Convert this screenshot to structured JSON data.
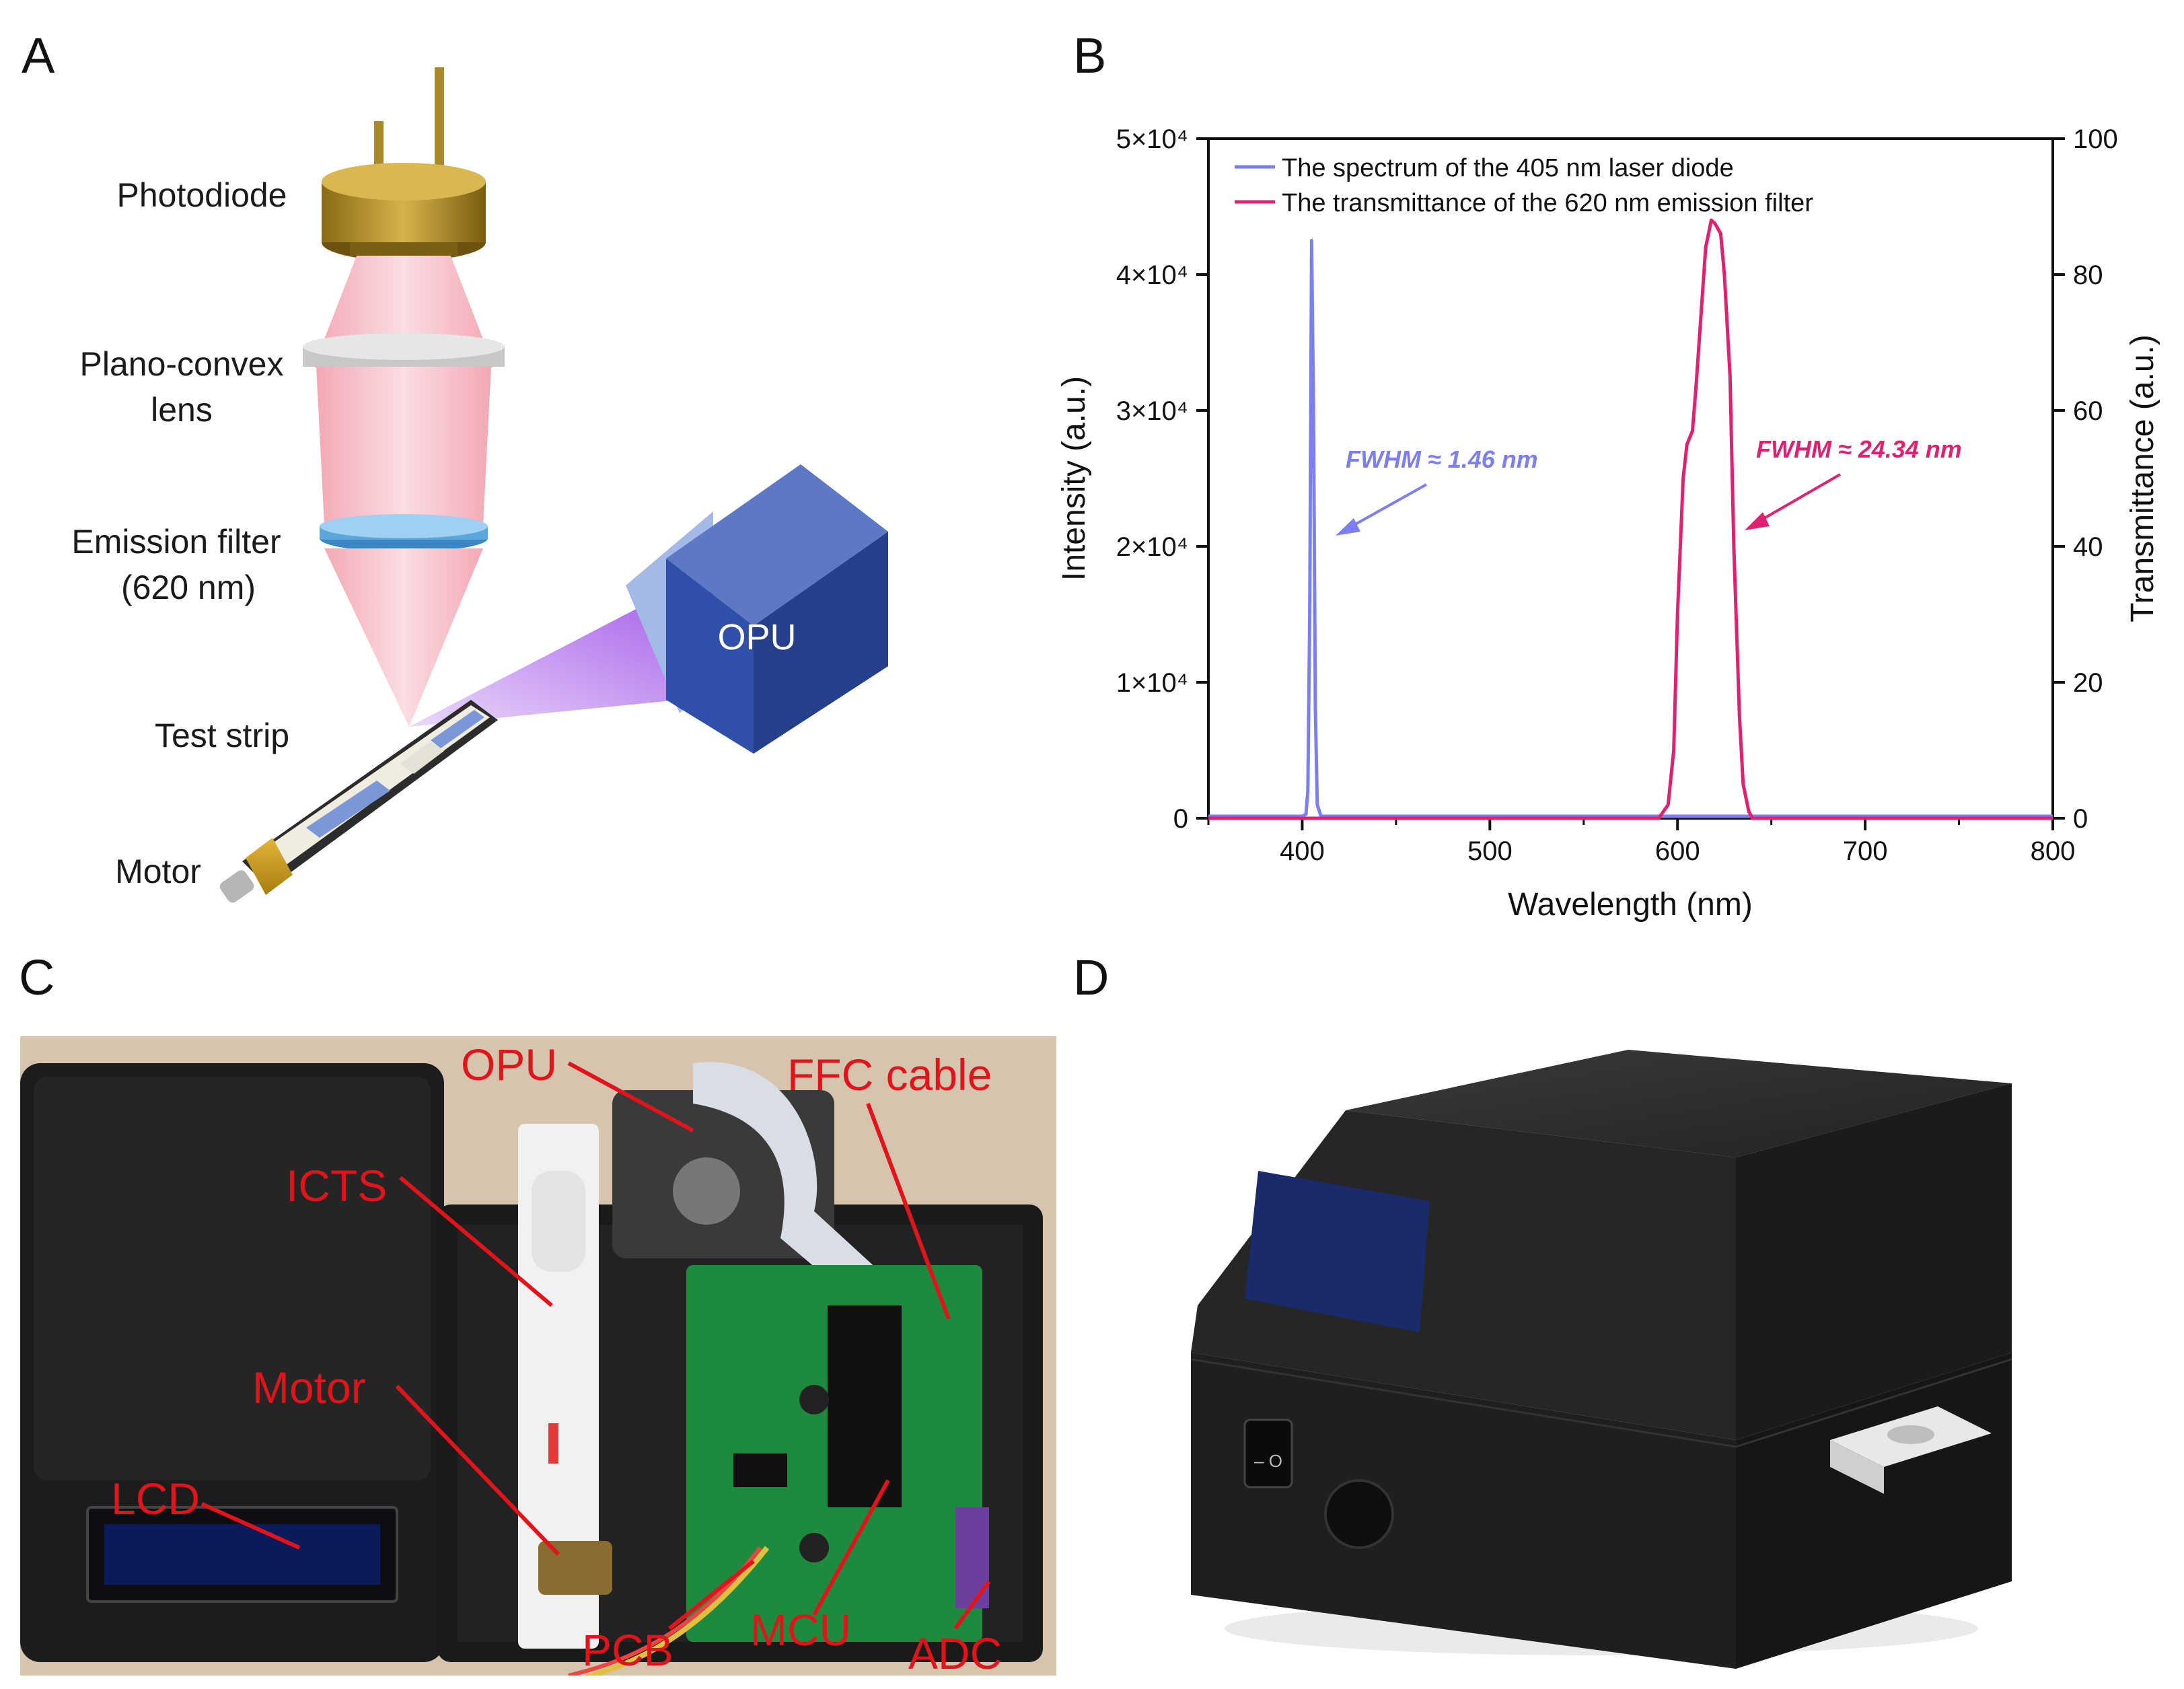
{
  "panels": {
    "a": {
      "letter": "A",
      "labels": {
        "photodiode": "Photodiode",
        "lens_line1": "Plano-convex",
        "lens_line2": "lens",
        "filter_line1": "Emission filter",
        "filter_line2": "(620 nm)",
        "test_strip": "Test strip",
        "motor": "Motor",
        "opu": "OPU"
      }
    },
    "b": {
      "letter": "B"
    },
    "c": {
      "letter": "C",
      "labels": {
        "opu": "OPU",
        "ffc_cable": "FFC cable",
        "icts": "ICTS",
        "motor": "Motor",
        "lcd": "LCD",
        "pcb": "PCB",
        "mcu": "MCU",
        "adc": "ADC"
      }
    },
    "d": {
      "letter": "D",
      "switch_symbols": "– O"
    }
  },
  "chart_data": {
    "type": "line",
    "xlabel": "Wavelength (nm)",
    "ylabel_left": "Intensity (a.u.)",
    "ylabel_right": "Transmittance (a.u.)",
    "xlim": [
      350,
      800
    ],
    "ylim_left": [
      0,
      50000
    ],
    "ylim_right": [
      0,
      100
    ],
    "x_ticks": [
      "400",
      "500",
      "600",
      "700",
      "800"
    ],
    "y_ticks_left": [
      "0",
      "1×10⁴",
      "2×10⁴",
      "3×10⁴",
      "4×10⁴",
      "5×10⁴"
    ],
    "y_ticks_right": [
      "0",
      "20",
      "40",
      "60",
      "80",
      "100"
    ],
    "legend_position": "top-left",
    "series": [
      {
        "name": "The spectrum of the 405 nm laser diode",
        "axis": "left",
        "color": "#7b7ff2",
        "x": [
          350,
          400,
          402,
          403,
          404,
          405,
          406,
          407,
          408,
          410,
          450,
          500,
          600,
          700,
          800
        ],
        "y": [
          150,
          150,
          300,
          2000,
          15000,
          42500,
          30000,
          8000,
          1000,
          150,
          150,
          150,
          150,
          150,
          150
        ]
      },
      {
        "name": "The transmittance of the 620 nm emission filter",
        "axis": "right",
        "color": "#e0216f",
        "x": [
          350,
          590,
          595,
          598,
          600,
          603,
          605,
          608,
          610,
          613,
          615,
          618,
          620,
          623,
          625,
          628,
          630,
          633,
          635,
          638,
          640,
          650,
          800
        ],
        "y": [
          0,
          0,
          2,
          10,
          30,
          50,
          55,
          57,
          64,
          76,
          84,
          88,
          87.5,
          86,
          80,
          65,
          40,
          15,
          5,
          1,
          0,
          0,
          0
        ]
      }
    ],
    "annotations": [
      {
        "text": "FWHM ≈ 1.46 nm",
        "color": "#7b7ff2"
      },
      {
        "text": "FWHM ≈ 24.34 nm",
        "color": "#e0216f"
      }
    ]
  }
}
